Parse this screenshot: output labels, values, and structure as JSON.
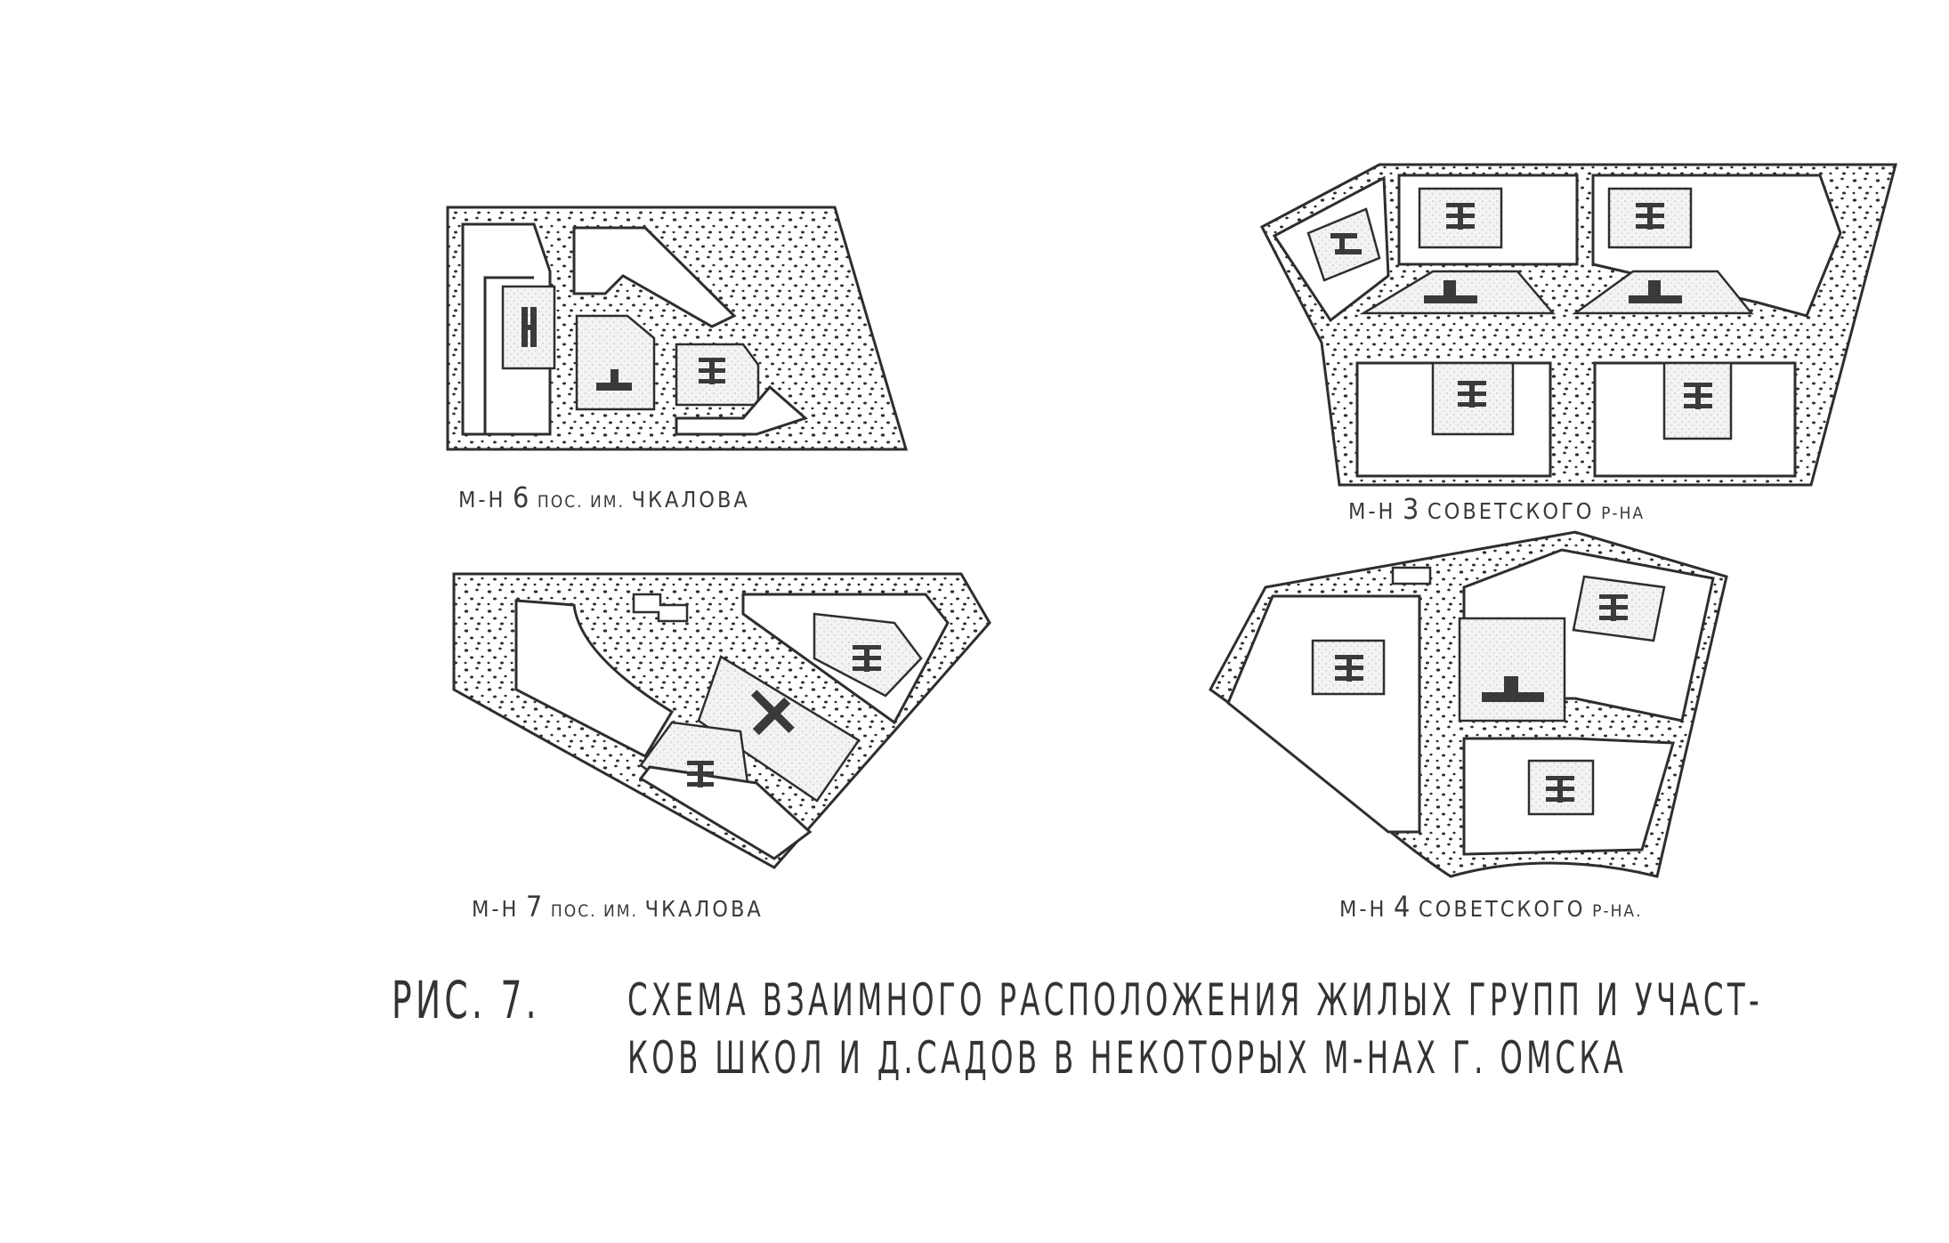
{
  "colors": {
    "ink": "#2e2e2e",
    "fill_light": "#f0f0ef",
    "paper": "#ffffff"
  },
  "plans": [
    {
      "id": "p6",
      "label_prefix": "М-Н",
      "label_num": "6",
      "label_suffix": "ПОС. ИМ.",
      "label_name": "ЧКАЛОВА"
    },
    {
      "id": "p3",
      "label_prefix": "М-Н",
      "label_num": "3",
      "label_suffix": "СОВЕТСКОГО",
      "label_name": "Р-НА"
    },
    {
      "id": "p7",
      "label_prefix": "М-Н",
      "label_num": "7",
      "label_suffix": "ПОС. ИМ.",
      "label_name": "ЧКАЛОВА"
    },
    {
      "id": "p4",
      "label_prefix": "М-Н",
      "label_num": "4",
      "label_suffix": "СОВЕТСКОГО",
      "label_name": "Р-НА."
    }
  ],
  "caption": {
    "fig": "РИС. 7.",
    "line1": "СХЕМА ВЗАИМНОГО РАСПОЛОЖЕНИЯ ЖИЛЫХ ГРУПП И УЧАСТ-",
    "line2": "КОВ ШКОЛ И Д.САДОВ В НЕКОТОРЫХ М-НАХ Г. ОМСКА"
  }
}
